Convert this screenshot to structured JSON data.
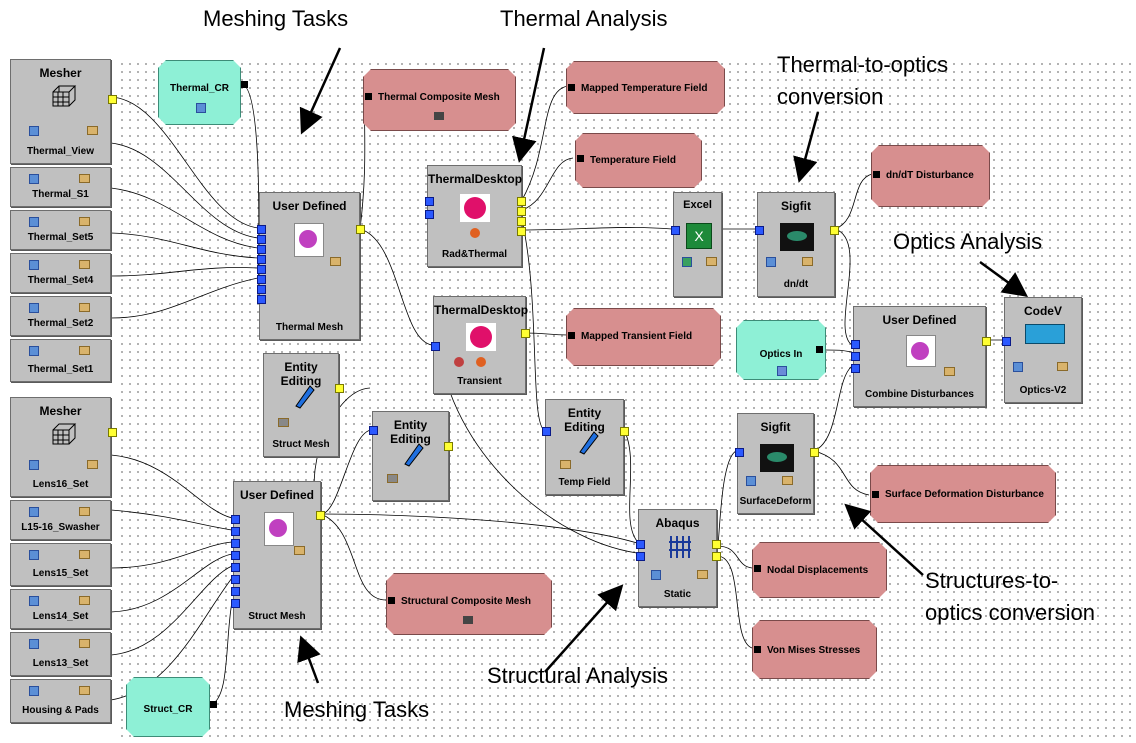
{
  "annotations": {
    "meshing_tasks_top": "Meshing Tasks",
    "thermal_analysis": "Thermal Analysis",
    "thermal_to_optics_1": "Thermal-to-optics",
    "thermal_to_optics_2": "conversion",
    "optics_analysis": "Optics Analysis",
    "structures_to_optics_1": "Structures-to-",
    "structures_to_optics_2": "optics conversion",
    "structural_analysis": "Structural Analysis",
    "meshing_tasks_bottom": "Meshing Tasks"
  },
  "sources_thermal": {
    "mesher_title": "Mesher",
    "items": [
      "Thermal_View",
      "Thermal_S1",
      "Thermal_Set5",
      "Thermal_Set4",
      "Thermal_Set2",
      "Thermal_Set1"
    ]
  },
  "sources_struct": {
    "mesher_title": "Mesher",
    "items": [
      "Lens16_Set",
      "L15-16_Swasher",
      "Lens15_Set",
      "Lens14_Set",
      "Lens13_Set",
      "Housing & Pads"
    ]
  },
  "cr_nodes": {
    "thermal_cr": "Thermal_CR",
    "struct_cr": "Struct_CR",
    "optics_in": "Optics In"
  },
  "process_nodes": {
    "user_defined_thermal": {
      "title": "User Defined",
      "name": "Thermal Mesh"
    },
    "user_defined_struct": {
      "title": "User Defined",
      "name": "Struct Mesh"
    },
    "entity_editing_1": {
      "title": "Entity Editing",
      "name": "Struct Mesh"
    },
    "entity_editing_2": {
      "title": "Entity Editing",
      "name": ""
    },
    "thermal_desktop_1": {
      "title": "ThermalDesktop",
      "name": "Rad&Thermal"
    },
    "thermal_desktop_2": {
      "title": "ThermalDesktop",
      "name": "Transient"
    },
    "entity_editing_3": {
      "title": "Entity Editing",
      "name": "Temp Field"
    },
    "abaqus": {
      "title": "Abaqus",
      "name": "Static"
    },
    "excel": {
      "title": "Excel",
      "name": ""
    },
    "sigfit_1": {
      "title": "Sigfit",
      "name": "dn/dt"
    },
    "sigfit_2": {
      "title": "Sigfit",
      "name": "SurfaceDeform"
    },
    "user_defined_combine": {
      "title": "User Defined",
      "name": "Combine Disturbances"
    },
    "codev": {
      "title": "CodeV",
      "name": "Optics-V2"
    }
  },
  "data_nodes": {
    "thermal_composite_mesh": "Thermal Composite Mesh",
    "mapped_temperature_field": "Mapped Temperature Field",
    "temperature_field": "Temperature Field",
    "mapped_transient_field": "Mapped Transient Field",
    "dndt_disturbance": "dn/dT Disturbance",
    "surface_deformation_disturbance": "Surface Deformation Disturbance",
    "nodal_displacements": "Nodal Displacements",
    "von_mises_stresses": "Von Mises Stresses",
    "structural_composite_mesh": "Structural Composite Mesh"
  }
}
